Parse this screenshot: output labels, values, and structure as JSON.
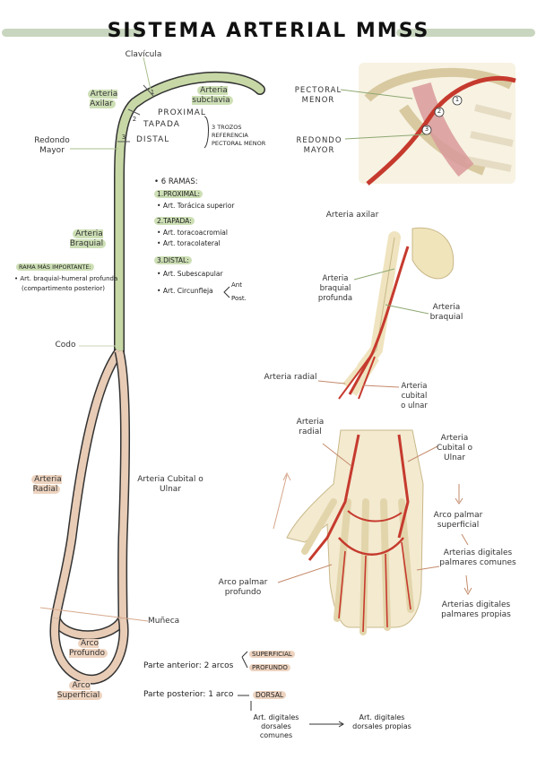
{
  "title": "SISTEMA ARTERIAL MMSS",
  "colors": {
    "green": "#c7d8a6",
    "peach": "#e8ccb6",
    "red": "#c63a2e",
    "bone": "#efe4bf"
  },
  "diagram": {
    "clavicula": "Clavícula",
    "arteria_subclavia": "Arteria subclavia",
    "arteria_axilar": "Arteria Axilar",
    "proximal": "PROXIMAL",
    "tapada": "TAPADA",
    "distal": "DISTAL",
    "trozos_note": "3 TROZOS REFERENCIA PECTORAL MENOR",
    "redondo_mayor": "Redondo Mayor",
    "arteria_braquial": "Arteria Braquial",
    "codo": "Codo",
    "arteria_radial": "Arteria Radial",
    "arteria_cubital": "Arteria Cubital o Ulnar",
    "muneca": "Muñeca",
    "arco_profundo": "Arco Profundo",
    "arco_superficial": "Arco Superficial",
    "num1": "1",
    "num2": "2",
    "num3": "3"
  },
  "ramas": {
    "header": "6 RAMAS:",
    "s1": "1.PROXIMAL:",
    "s1_i1": "Art. Torácica superior",
    "s2": "2.TAPADA:",
    "s2_i1": "Art. toracoacromial",
    "s2_i2": "Art. toracolateral",
    "s3": "3.DISTAL:",
    "s3_i1": "Art. Subescapular",
    "s3_i2": "Art. Circunfleja",
    "ant": "Ant",
    "post": "Post."
  },
  "rama_importante": {
    "header": "RAMA MÁS IMPORTANTE:",
    "line1": "Art. braquial-humeral profunda",
    "line2": "(compartimento posterior)"
  },
  "shoulder": {
    "pectoral_menor": "PECTORAL MENOR",
    "redondo_mayor": "REDONDO MAYOR",
    "n1": "1",
    "n2": "2",
    "n3": "3"
  },
  "arm": {
    "arteria_axilar": "Arteria axilar",
    "braquial_profunda": "Arteria braquial profunda",
    "arteria_braquial": "Arteria braquial",
    "arteria_radial": "Arteria radial",
    "arteria_cubital": "Arteria cubital o ulnar"
  },
  "hand": {
    "arteria_radial": "Arteria radial",
    "arteria_cubital": "Arteria Cubital o Ulnar",
    "arco_palmar_superficial": "Arco palmar superficial",
    "digitales_comunes": "Arterias digitales palmares comunes",
    "digitales_propias": "Arterias digitales palmares propias",
    "arco_palmar_profundo": "Arco palmar profundo"
  },
  "bottom": {
    "parte_anterior": "Parte anterior: 2 arcos",
    "superficial": "SUPERFICIAL",
    "profundo": "PROFUNDO",
    "parte_posterior": "Parte posterior: 1 arco",
    "dorsal": "DORSAL",
    "dig_comunes": "Art. digitales dorsales comunes",
    "dig_propias": "Art. digitales dorsales propias"
  }
}
